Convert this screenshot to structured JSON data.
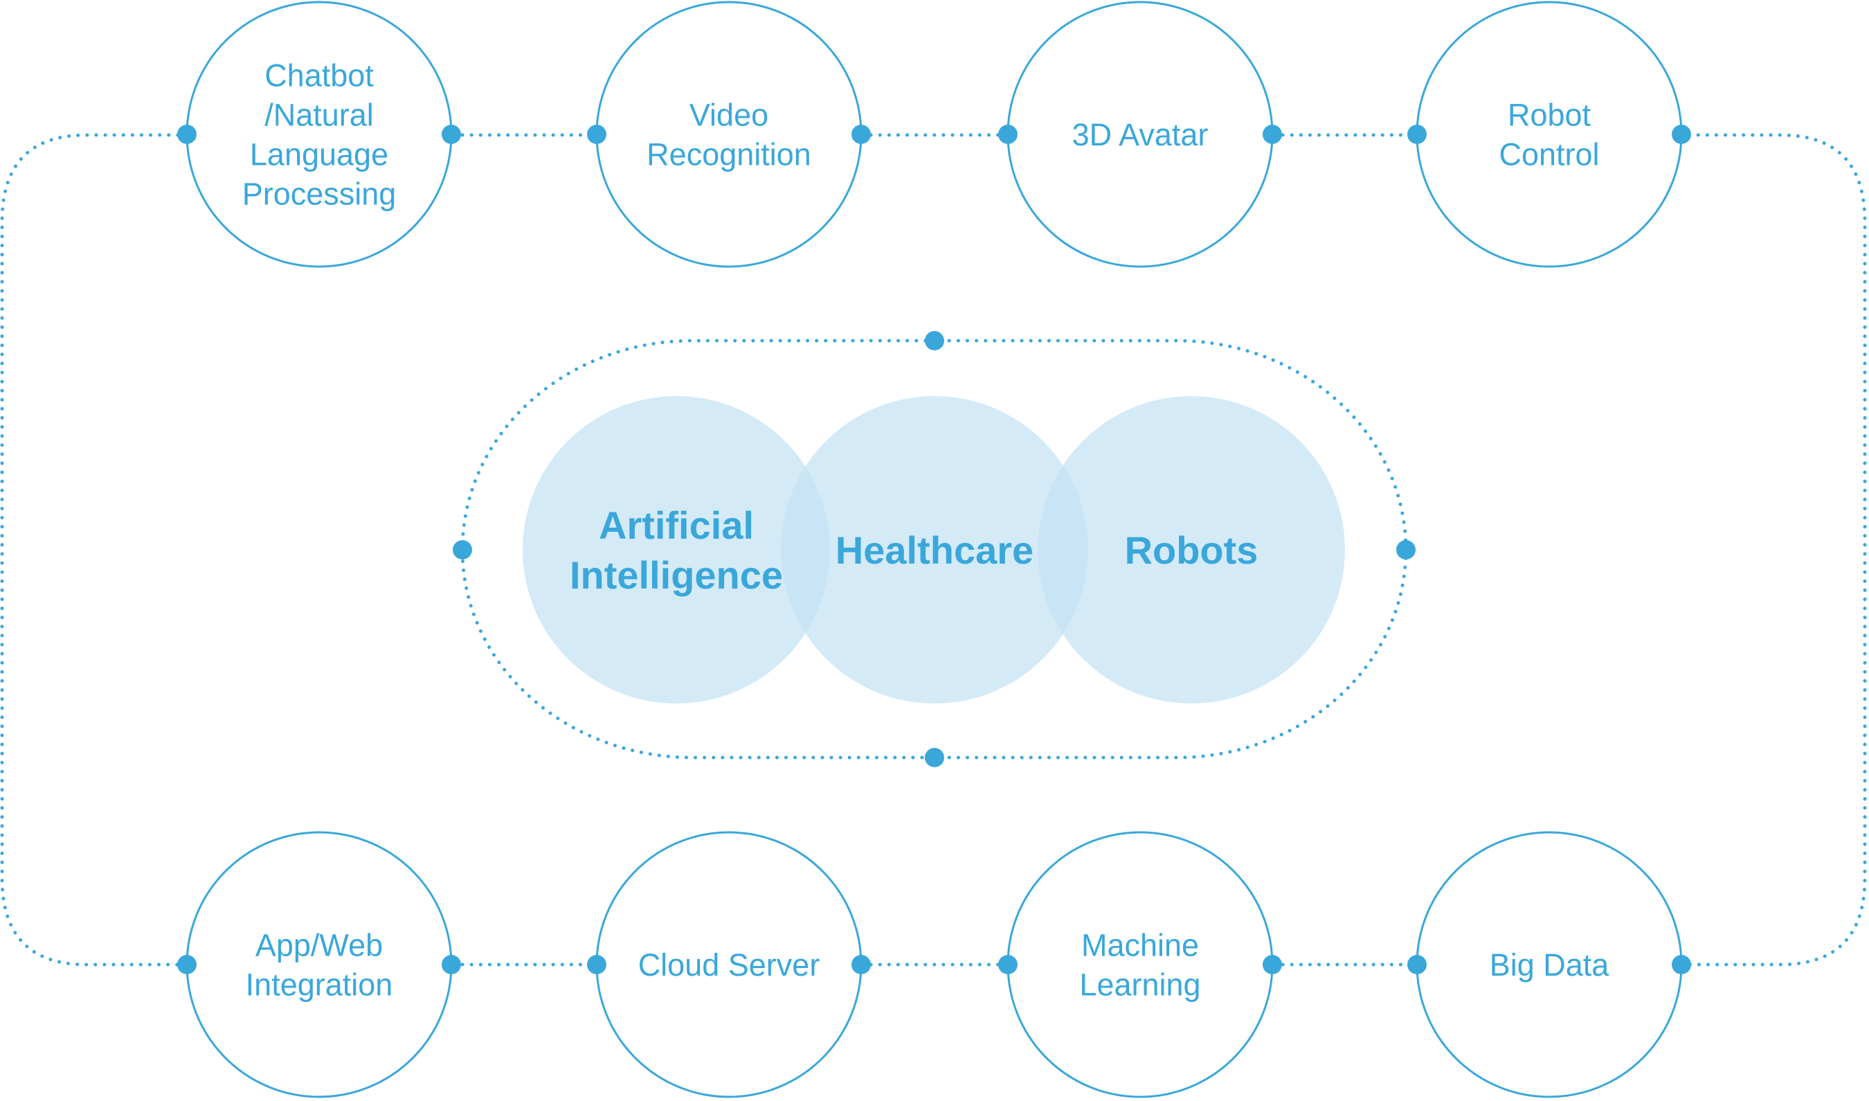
{
  "colors": {
    "accent": "#3aa7db",
    "venn_fill": "#c6e3f4",
    "background": "#ffffff"
  },
  "top_nodes": [
    {
      "lines": [
        "Chatbot",
        "/Natural",
        "Language",
        "Processing"
      ]
    },
    {
      "lines": [
        "Video",
        "Recognition"
      ]
    },
    {
      "lines": [
        "3D Avatar"
      ]
    },
    {
      "lines": [
        "Robot",
        "Control"
      ]
    }
  ],
  "bottom_nodes": [
    {
      "lines": [
        "App/Web",
        "Integration"
      ]
    },
    {
      "lines": [
        "Cloud Server"
      ]
    },
    {
      "lines": [
        "Machine",
        "Learning"
      ]
    },
    {
      "lines": [
        "Big Data"
      ]
    }
  ],
  "core": [
    {
      "lines": [
        "Artificial",
        "Intelligence"
      ]
    },
    {
      "lines": [
        "Healthcare"
      ]
    },
    {
      "lines": [
        "Robots"
      ]
    }
  ]
}
